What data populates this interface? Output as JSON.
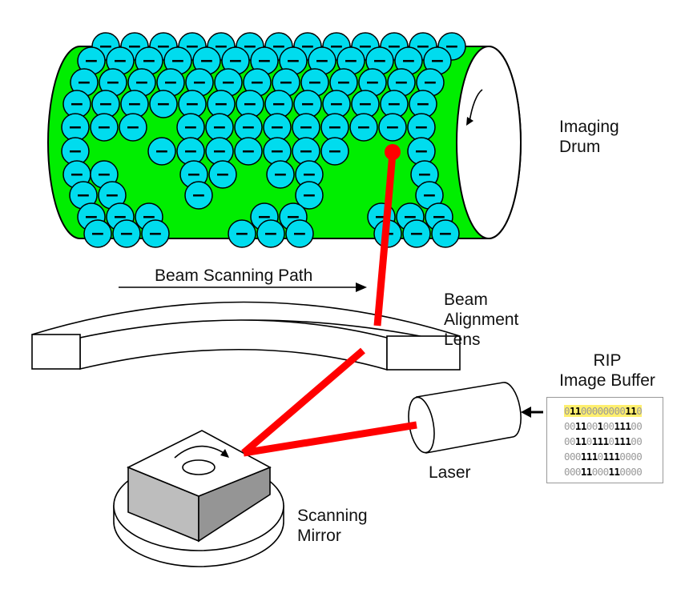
{
  "labels": {
    "imaging_drum": [
      "Imaging",
      "Drum"
    ],
    "beam_path": "Beam Scanning Path",
    "beam_lens": [
      "Beam",
      "Alignment",
      "Lens"
    ],
    "rip_buffer": [
      "RIP",
      "Image Buffer"
    ],
    "laser": "Laser",
    "scanning_mirror": [
      "Scanning",
      "Mirror"
    ]
  },
  "buffer_rows": [
    "01100000000110",
    "00110010011100",
    "00110111011100",
    "00011101110000",
    "00011000110000"
  ],
  "charge_symbol": "−",
  "colors": {
    "drum": "#00ee00",
    "charge": "#00dcee",
    "beam": "#ff0000",
    "highlight": "#ffef6e"
  }
}
